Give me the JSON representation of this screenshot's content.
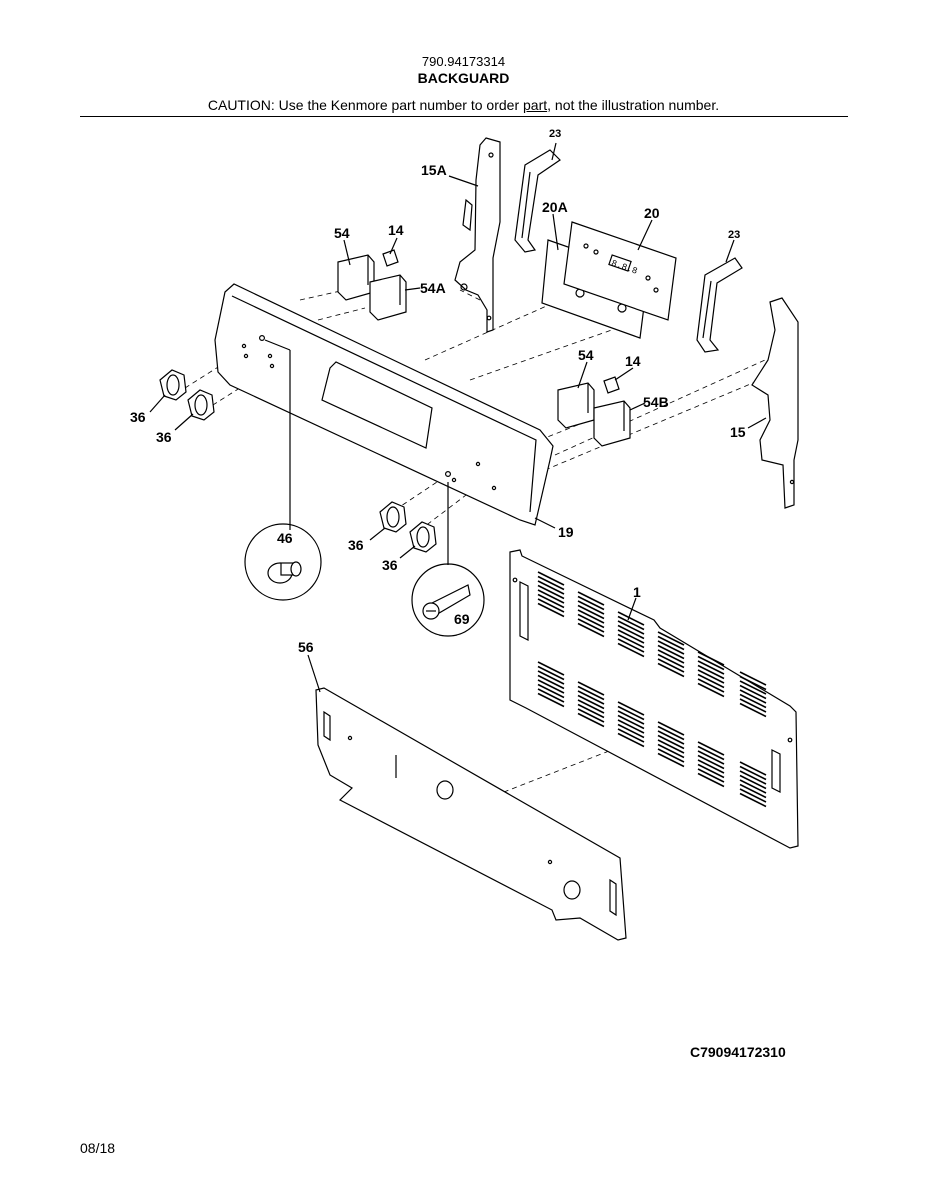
{
  "header": {
    "model_number": "790.94173314",
    "title": "BACKGUARD",
    "caution_prefix": "CAUTION: Use the Kenmore part number to order ",
    "caution_link": "part",
    "caution_suffix": ", not the illustration number."
  },
  "labels": {
    "p1": "1",
    "p14a": "14",
    "p14b": "14",
    "p15": "15",
    "p15a": "15A",
    "p19": "19",
    "p20": "20",
    "p20a": "20A",
    "p23a": "23",
    "p23b": "23",
    "p36a": "36",
    "p36b": "36",
    "p36c": "36",
    "p36d": "36",
    "p46": "46",
    "p54a": "54",
    "p54b": "54",
    "p54A": "54A",
    "p54B": "54B",
    "p56": "56",
    "p69": "69"
  },
  "footer": {
    "diagram_code": "C79094172310",
    "date": "08/18"
  }
}
